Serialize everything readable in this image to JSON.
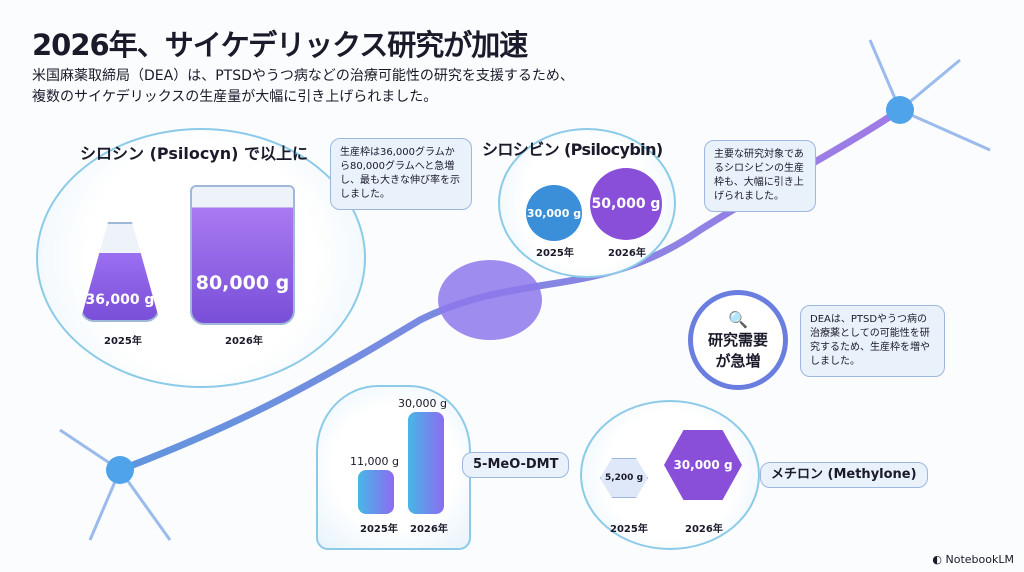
{
  "title": "2026年、サイケデリックス研究が加速",
  "subtitle_lines": [
    "米国麻薬取締局（DEA）は、PTSDやうつ病などの治療可能性の研究を支援するため、",
    "複数のサイケデリックスの生産量が大幅に引き上げられました。"
  ],
  "psilocyn": {
    "heading": "シロシン (Psilocyn) で以上に",
    "v2025": "36,000 g",
    "v2026": "80,000 g",
    "y2025": "2025年",
    "y2026": "2026年",
    "note": "生産枠は36,000グラムから80,000グラムへと急増し、最も大きな伸び率を示しました。"
  },
  "psilocybin": {
    "heading": "シロシビン (Psilocybin)",
    "v2025": "30,000 g",
    "v2026": "50,000 g",
    "y2025": "2025年",
    "y2026": "2026年",
    "note": "主要な研究対象であるシロシビンの生産枠も、大幅に引き上げられました。"
  },
  "demand": {
    "badge_line1": "研究需要",
    "badge_line2": "が急増",
    "note": "DEAは、PTSDやうつ病の治療薬としての可能性を研究するため、生産枠を増やしました。"
  },
  "meo": {
    "heading": "5-MeO-DMT",
    "v2025": "11,000 g",
    "v2026": "30,000 g",
    "y2025": "2025年",
    "y2026": "2026年"
  },
  "methylone": {
    "heading": "メチロン (Methylone)",
    "v2025": "5,200 g",
    "v2026": "30,000 g",
    "y2025": "2025年",
    "y2026": "2026年"
  },
  "watermark": "NotebookLM",
  "colors": {
    "accent": "#7a4fd8",
    "blue": "#46b7e6"
  }
}
